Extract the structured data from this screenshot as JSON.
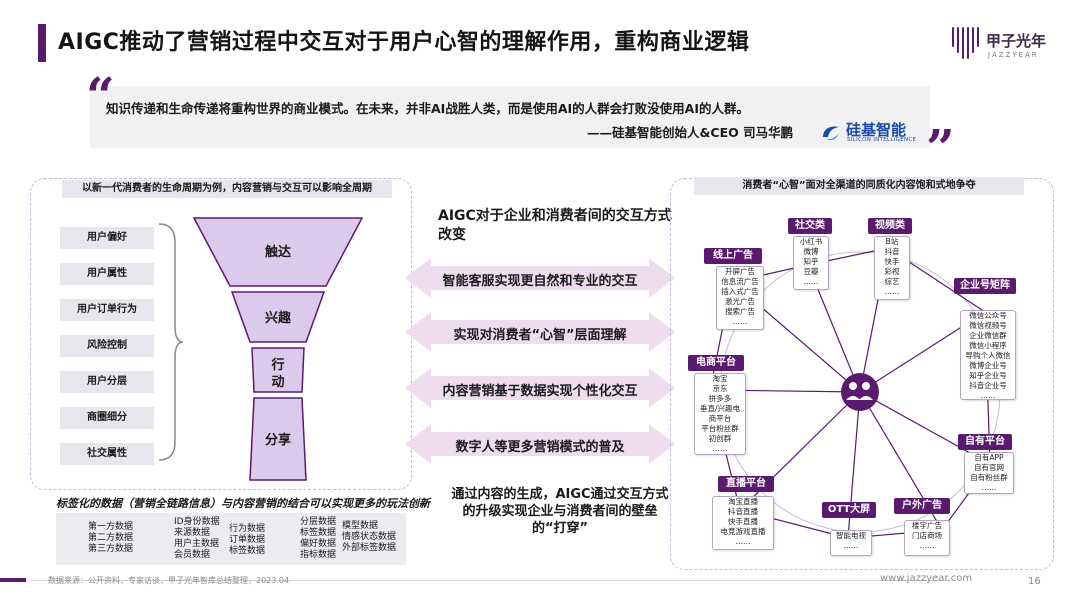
{
  "header": {
    "title": "AIGC推动了营销过程中交互对于用户心智的理解作用，重构商业逻辑",
    "brand_cn": "甲子光年",
    "brand_en": "JAZZYEAR"
  },
  "quote": {
    "open_mark": "“",
    "close_mark": "”",
    "text": "知识传递和生命传递将重构世界的商业模式。在未来，并非AI战胜人类，而是使用AI的人群会打败没使用AI的人群。",
    "author": "——硅基智能创始人&CEO 司马华鹏",
    "company_cn": "硅基智能",
    "company_en": "SILICON INTELLIGENCE"
  },
  "left_panel": {
    "heading": "以新一代消费者的生命周期为例，内容营销与交互可以影响全周期",
    "tags": [
      "用户偏好",
      "用户属性",
      "用户订单行为",
      "风险控制",
      "用户分层",
      "商圈细分",
      "社交属性"
    ],
    "funnel_stages": [
      "触达",
      "兴趣",
      "行动",
      "分享"
    ],
    "caption": "标签化的数据（营销全链路信息）与内容营销的结合可以实现更多的玩法创新",
    "data_columns": [
      [
        "第一方数据",
        "第二方数据",
        "第三方数据"
      ],
      [
        "ID身份数据",
        "来源数据",
        "用户主数据",
        "会员数据"
      ],
      [
        "行为数据",
        "订单数据",
        "标签数据"
      ],
      [
        "分层数据",
        "标签数据",
        "偏好数据",
        "指标数据"
      ],
      [
        "模型数据",
        "情感状态数据",
        "外部标签数据"
      ]
    ]
  },
  "middle": {
    "title": "AIGC对于企业和消费者间的交互方式改变",
    "arrows": [
      "智能客服实现更自然和专业的交互",
      "实现对消费者“心智”层面理解",
      "内容营销基于数据实现个性化交互",
      "数字人等更多营销模式的普及"
    ],
    "bottom": "通过内容的生成，AIGC通过交互方式的升级实现企业与消费者间的壁垒的“打穿”"
  },
  "right_panel": {
    "heading": "消费者“心智”面对全渠道的同质化内容饱和式地争夺",
    "channels": [
      {
        "label": "社交类",
        "items": [
          "小红书",
          "微博",
          "知乎",
          "豆瓣",
          "……"
        ]
      },
      {
        "label": "视频类",
        "items": [
          "B站",
          "抖音",
          "快手",
          "彩视",
          "综艺",
          "……"
        ]
      },
      {
        "label": "线上广告",
        "items": [
          "开屏广告",
          "信息流广告",
          "插入式广告",
          "激光广告",
          "搜索广告",
          "……"
        ]
      },
      {
        "label": "企业号矩阵",
        "items": [
          "微信公众号",
          "微信视频号",
          "企业微信群",
          "微信小程序",
          "导购个人微信",
          "微博企业号",
          "知乎企业号",
          "抖音企业号",
          "……"
        ]
      },
      {
        "label": "电商平台",
        "items": [
          "淘宝",
          "京东",
          "拼多多",
          "垂直/兴趣电",
          "商平台",
          "平台粉丝群",
          "初创群",
          "……"
        ]
      },
      {
        "label": "自有平台",
        "items": [
          "自有APP",
          "自有官网",
          "自有粉丝群",
          "……"
        ]
      },
      {
        "label": "直播平台",
        "items": [
          "淘宝直播",
          "抖音直播",
          "快手直播",
          "电竞游戏直播",
          "……"
        ]
      },
      {
        "label": "OTT大屏",
        "items": [
          "智能电视",
          "……"
        ]
      },
      {
        "label": "户外广告",
        "items": [
          "楼宇广告",
          "门店商场",
          "……"
        ]
      }
    ]
  },
  "footer": {
    "source": "数据来源：公开资料、专家访谈、甲子光年智库总结整理，2023.04",
    "url": "www.jazzyear.com",
    "page": "16"
  },
  "colors": {
    "accent": "#5a1a6e",
    "arrow": "#f0dcf0",
    "funnel": "#ddc9eb"
  }
}
